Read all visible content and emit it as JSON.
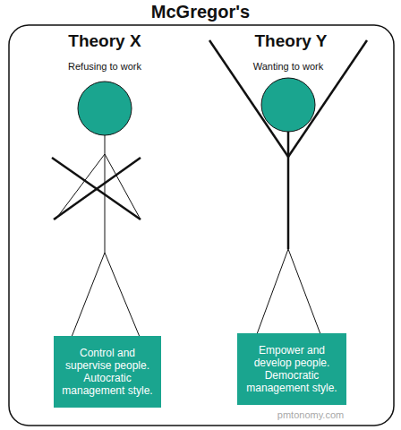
{
  "diagram": {
    "title": "McGregor's",
    "nodes": [
      {
        "text": [
          "Control and supervise people. Autocratic management style."
        ]
      },
      {
        "text": [
          "Empower and develop people. Democratic management style."
        ]
      }
    ],
    "labels": [
      "Theory X",
      "Refusing to work",
      "Theory Y",
      "Wanting to work",
      "pmtonomy.com"
    ]
  }
}
